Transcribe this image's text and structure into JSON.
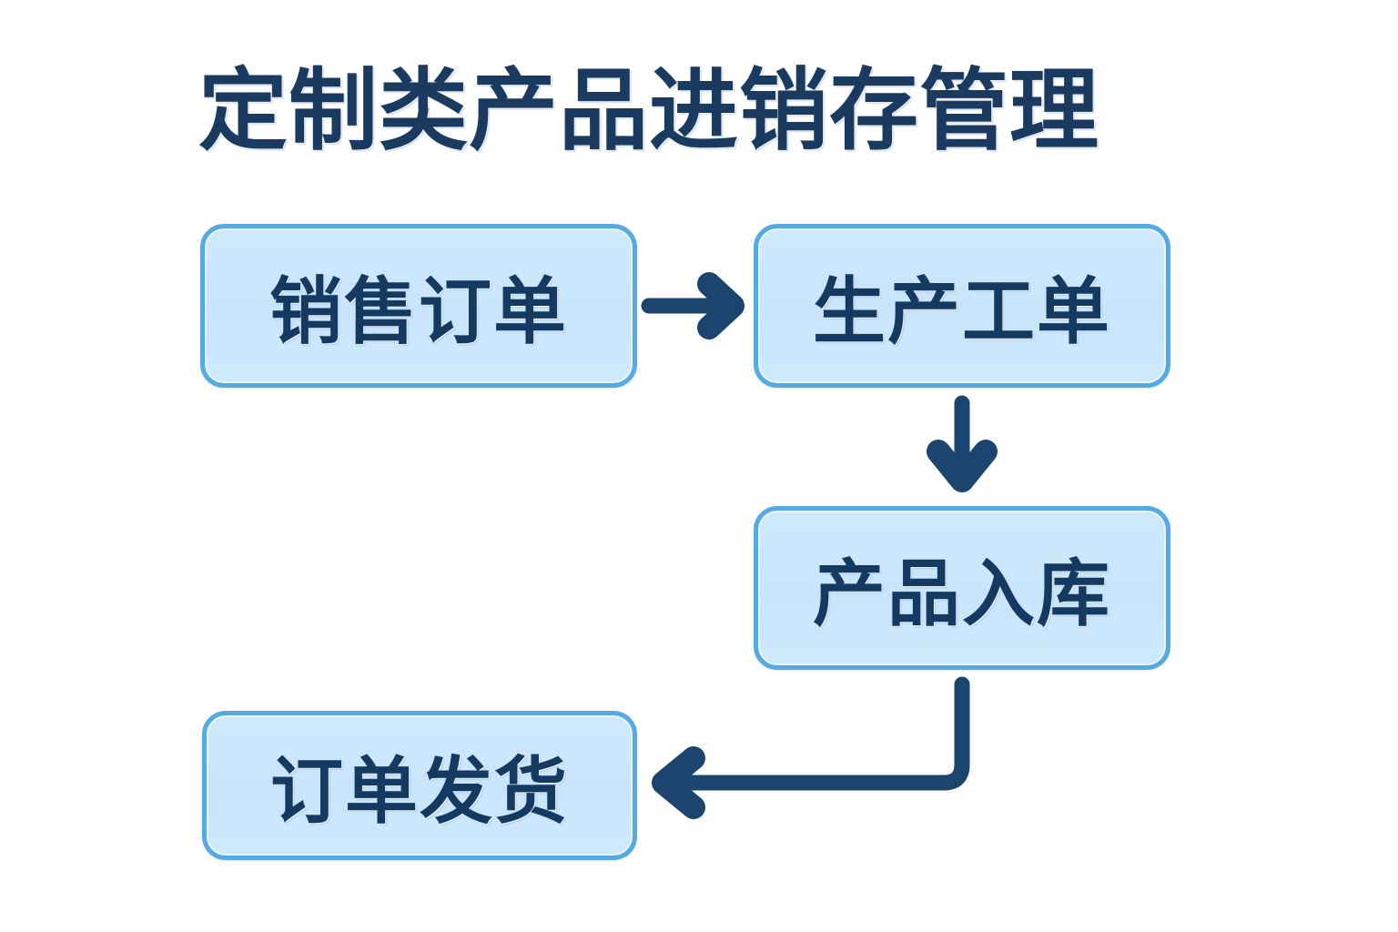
{
  "page": {
    "title": "定制类产品进销存管理",
    "background_color": "#ffffff"
  },
  "theme": {
    "node_fill": "#cbe7fb",
    "node_border": "#55aae2",
    "text_color": "#143a61",
    "title_color": "#1a3a60",
    "arrow_color": "#1b456f"
  },
  "flowchart": {
    "type": "flowchart",
    "direction": "snake",
    "nodes": [
      {
        "id": "sales",
        "label": "销售订单",
        "row": 1,
        "column": 1
      },
      {
        "id": "work",
        "label": "生产工单",
        "row": 1,
        "column": 2
      },
      {
        "id": "inbound",
        "label": "产品入库",
        "row": 2,
        "column": 2
      },
      {
        "id": "ship",
        "label": "订单发货",
        "row": 3,
        "column": 1
      }
    ],
    "edges": [
      {
        "from": "sales",
        "to": "work",
        "shape": "straight-right",
        "label": ""
      },
      {
        "from": "work",
        "to": "inbound",
        "shape": "straight-down",
        "label": ""
      },
      {
        "from": "inbound",
        "to": "ship",
        "shape": "elbow-down-left",
        "label": ""
      }
    ]
  }
}
